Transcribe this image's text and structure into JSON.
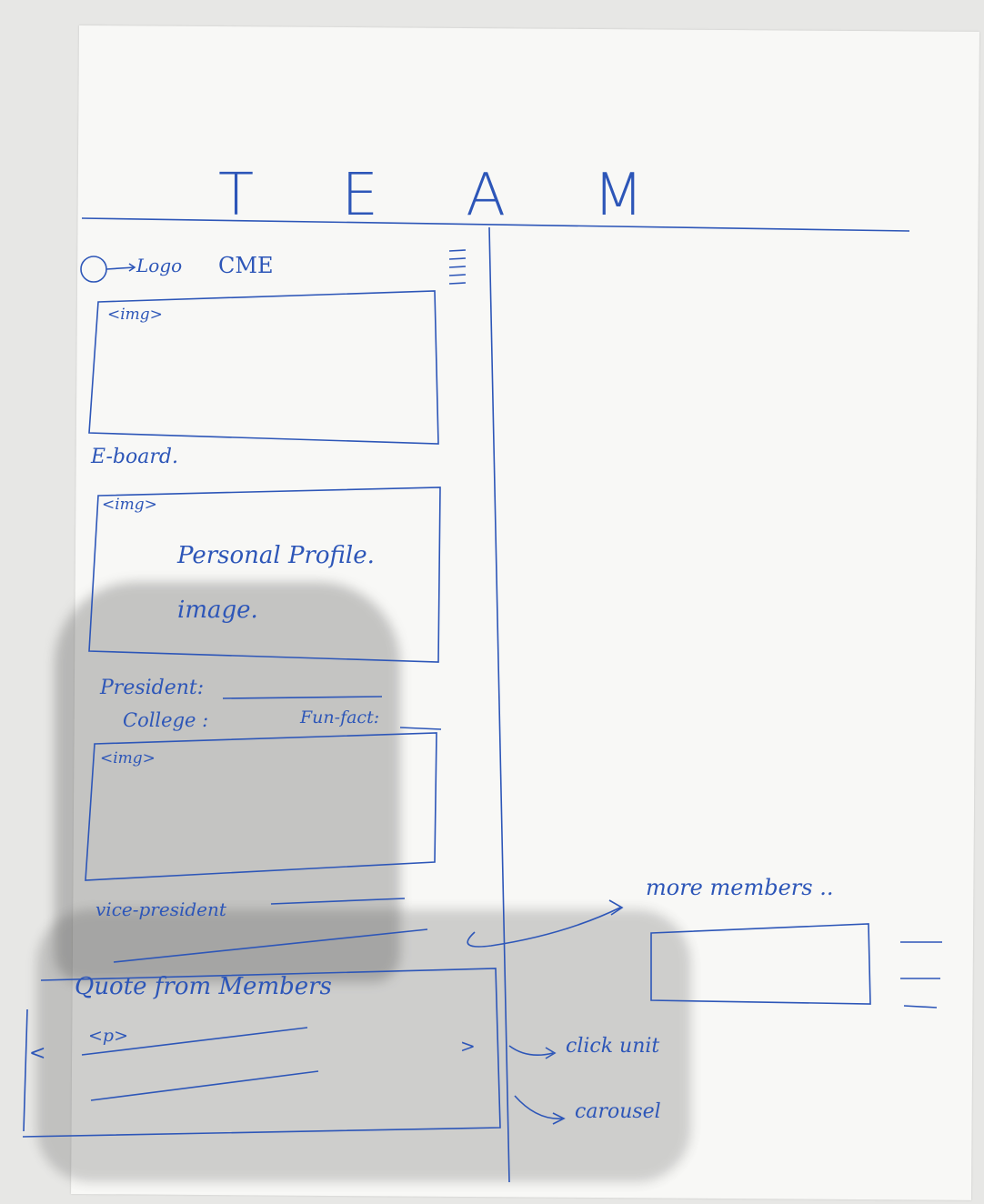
{
  "title": "T E A M",
  "header": {
    "logo_label": "Logo",
    "brand": "CME"
  },
  "hero": {
    "img_tag": "<img>"
  },
  "eboard": {
    "heading": "E-board.",
    "profile_img_tag": "<img>",
    "profile_text_line1": "Personal Profile.",
    "profile_text_line2": "image.",
    "president_label": "President:",
    "college_label": "College :",
    "fun_fact_label": "Fun-fact:",
    "second_img_tag": "<img>",
    "vice_president_label": "vice-president"
  },
  "quotes": {
    "heading": "Quote from Members",
    "p_tag": "<p>",
    "left_arrow": "<",
    "right_arrow": ">"
  },
  "annotations": {
    "more_members": "more members ..",
    "click_unit": "click unit",
    "carousel": "carousel"
  }
}
